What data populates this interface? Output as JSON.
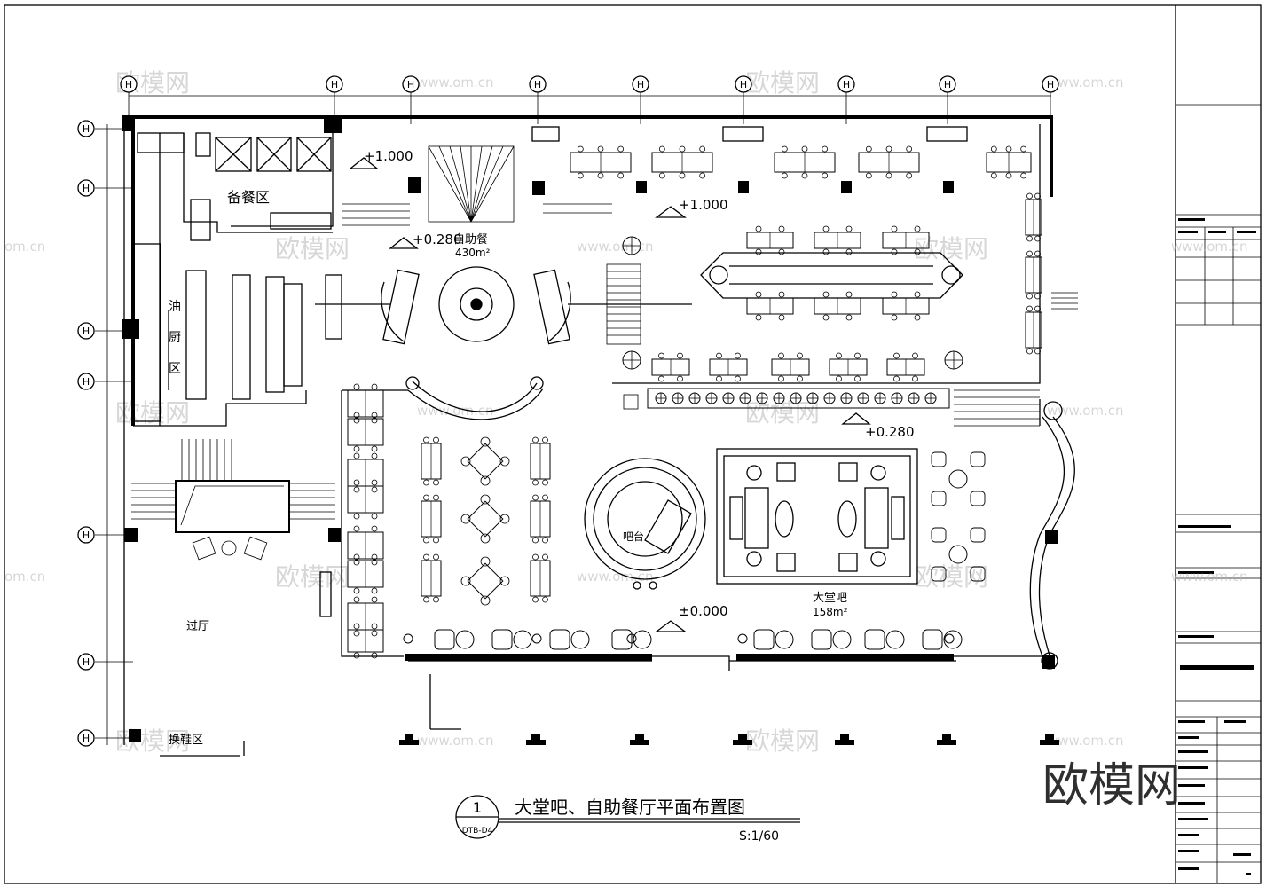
{
  "drawing": {
    "title": "大堂吧、自助餐厅平面布置图",
    "scale": "S:1/60",
    "number": "1",
    "sheet_ref": "DTB-D4"
  },
  "grid_labels": {
    "top": [
      "H",
      "H",
      "H",
      "H",
      "H",
      "H",
      "H",
      "H",
      "H"
    ],
    "left": [
      "H",
      "H",
      "H",
      "H",
      "H",
      "H",
      "H"
    ]
  },
  "rooms": {
    "prep": "备餐区",
    "kitchen_l1": "油",
    "kitchen_l2": "厨",
    "kitchen_l3": "区",
    "buffet_name": "自助餐",
    "buffet_area": "430m²",
    "bar_counter": "吧台",
    "lobby_bar_name": "大堂吧",
    "lobby_bar_area": "158m²",
    "hall": "过厅",
    "reception": "换鞋区"
  },
  "levels": {
    "stair": "+1.000",
    "dining": "+1.000",
    "buffet": "+0.280",
    "terrace": "+0.280",
    "lobby": "±0.000"
  },
  "watermarks": {
    "logo": "欧模网",
    "url": "www.om.cn",
    "url_short": "om.cn"
  },
  "title_block": {
    "big_logo": "欧模网"
  }
}
